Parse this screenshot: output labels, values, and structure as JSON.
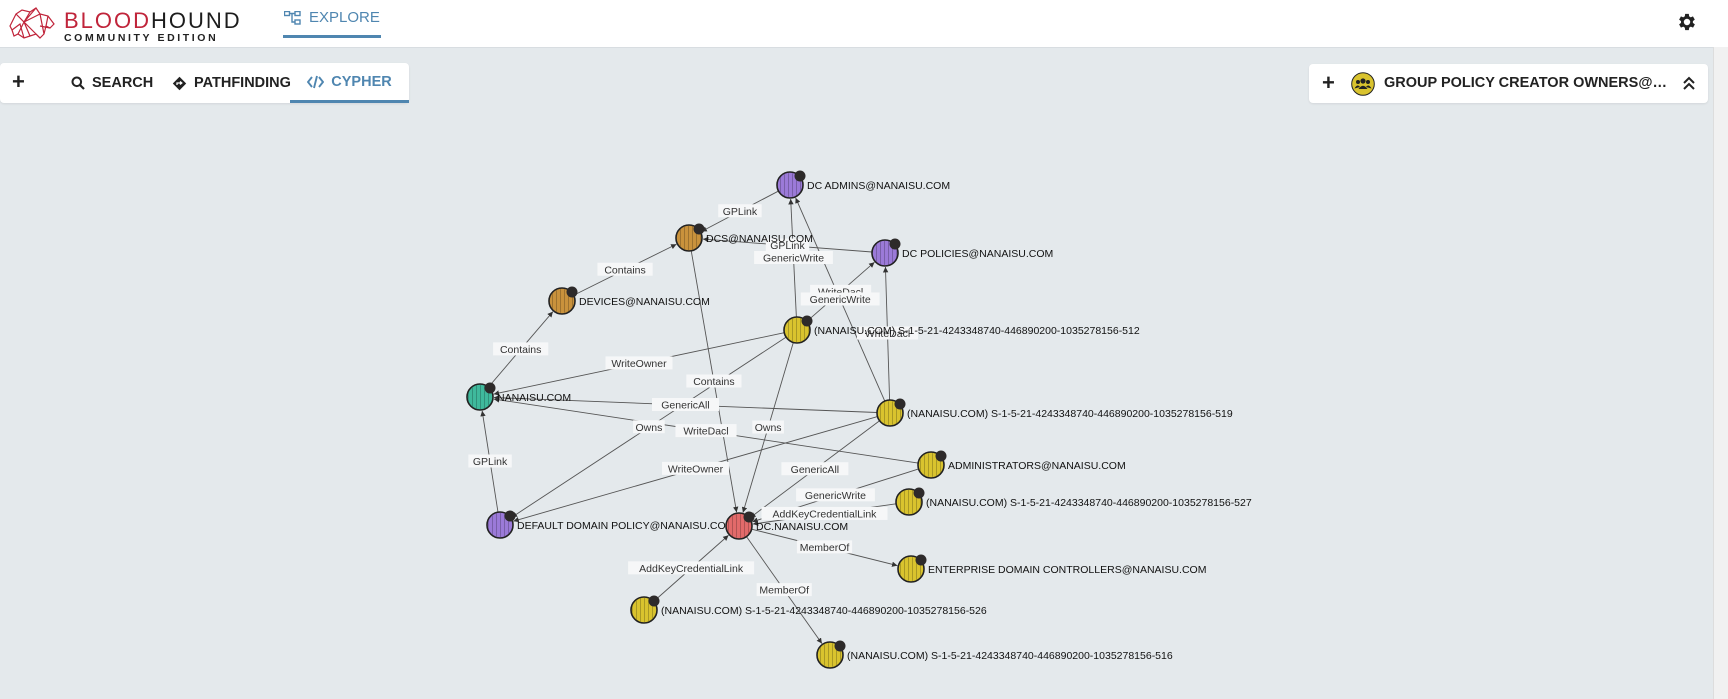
{
  "app": {
    "logo_main_red": "BLOOD",
    "logo_main_dark": "HOUND",
    "logo_sub": "COMMUNITY EDITION",
    "nav_explore": "EXPLORE",
    "brand_red": "#c0243a",
    "accent": "#4f86b0"
  },
  "toolbar": {
    "add_icon": "plus-icon",
    "search": "SEARCH",
    "pathfinding": "PATHFINDING",
    "cypher": "CYPHER",
    "active": "cypher"
  },
  "query_bar": {
    "add_icon": "plus-icon",
    "group_icon": "group-icon",
    "text": "GROUP POLICY CREATOR OWNERS@NANAISU.COM",
    "collapse_icon": "chevron-up-double-icon"
  },
  "graph": {
    "nodes": [
      {
        "id": "dcadmins",
        "label": "DC ADMINS@NANAISU.COM",
        "kind": "gpo"
      },
      {
        "id": "dcs",
        "label": "DCS@NANAISU.COM",
        "kind": "ou"
      },
      {
        "id": "dcpol",
        "label": "DC POLICIES@NANAISU.COM",
        "kind": "gpo"
      },
      {
        "id": "devices",
        "label": "DEVICES@NANAISU.COM",
        "kind": "ou"
      },
      {
        "id": "s512",
        "label": "(NANAISU.COM) S-1-5-21-4243348740-446890200-1035278156-512",
        "kind": "group"
      },
      {
        "id": "domain",
        "label": "NANAISU.COM",
        "kind": "domain"
      },
      {
        "id": "s519",
        "label": "(NANAISU.COM) S-1-5-21-4243348740-446890200-1035278156-519",
        "kind": "group"
      },
      {
        "id": "admins",
        "label": "ADMINISTRATORS@NANAISU.COM",
        "kind": "group"
      },
      {
        "id": "s527",
        "label": "(NANAISU.COM) S-1-5-21-4243348740-446890200-1035278156-527",
        "kind": "group"
      },
      {
        "id": "ddp",
        "label": "DEFAULT DOMAIN POLICY@NANAISU.COM",
        "kind": "gpo"
      },
      {
        "id": "dc",
        "label": "DC.NANAISU.COM",
        "kind": "computer"
      },
      {
        "id": "edc",
        "label": "ENTERPRISE DOMAIN CONTROLLERS@NANAISU.COM",
        "kind": "group"
      },
      {
        "id": "s526",
        "label": "(NANAISU.COM) S-1-5-21-4243348740-446890200-1035278156-526",
        "kind": "group"
      },
      {
        "id": "s516",
        "label": "(NANAISU.COM) S-1-5-21-4243348740-446890200-1035278156-516",
        "kind": "group"
      }
    ],
    "edges": [
      {
        "from": "dcadmins",
        "to": "dcs",
        "label": "GPLink"
      },
      {
        "from": "dcpol",
        "to": "dcs",
        "label": "GPLink"
      },
      {
        "from": "devices",
        "to": "dcs",
        "label": "Contains"
      },
      {
        "from": "domain",
        "to": "devices",
        "label": "Contains"
      },
      {
        "from": "s512",
        "to": "dcadmins",
        "label": "GenericWrite"
      },
      {
        "from": "s512",
        "to": "dcpol",
        "label": "WriteDacl"
      },
      {
        "from": "s519",
        "to": "dcpol",
        "label": "WriteDacl"
      },
      {
        "from": "s519",
        "to": "dcadmins",
        "label": "GenericWrite"
      },
      {
        "from": "s512",
        "to": "domain",
        "label": "WriteOwner"
      },
      {
        "from": "dcs",
        "to": "dc",
        "label": "Contains"
      },
      {
        "from": "s519",
        "to": "domain",
        "label": "GenericAll"
      },
      {
        "from": "admins",
        "to": "domain",
        "label": "WriteDacl"
      },
      {
        "from": "s512",
        "to": "ddp",
        "label": "Owns"
      },
      {
        "from": "s512",
        "to": "dc",
        "label": "Owns"
      },
      {
        "from": "ddp",
        "to": "domain",
        "label": "GPLink"
      },
      {
        "from": "s519",
        "to": "ddp",
        "label": "WriteOwner"
      },
      {
        "from": "s519",
        "to": "dc",
        "label": "GenericAll"
      },
      {
        "from": "admins",
        "to": "dc",
        "label": "GenericWrite"
      },
      {
        "from": "s527",
        "to": "dc",
        "label": "AddKeyCredentialLink"
      },
      {
        "from": "dc",
        "to": "edc",
        "label": "MemberOf"
      },
      {
        "from": "s526",
        "to": "dc",
        "label": "AddKeyCredentialLink"
      },
      {
        "from": "dc",
        "to": "s516",
        "label": "MemberOf"
      }
    ],
    "colors": {
      "gpo": "#9b7ad8",
      "ou": "#c9923c",
      "group": "#d9c32e",
      "domain": "#3fb99c",
      "computer": "#e26a6a"
    }
  }
}
